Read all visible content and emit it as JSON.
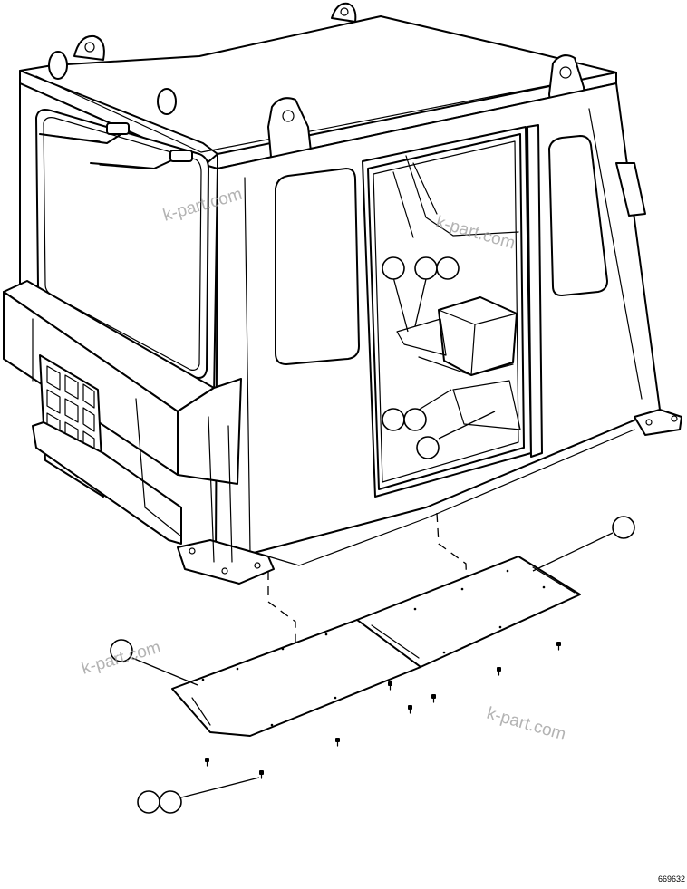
{
  "drawing": {
    "number": "669632",
    "watermarks": [
      "k-part.com",
      "k-part.com",
      "k-part.com",
      "k-part.com"
    ]
  },
  "callouts": [
    {
      "id": "c1"
    },
    {
      "id": "c2"
    },
    {
      "id": "c3"
    },
    {
      "id": "c4"
    },
    {
      "id": "c5"
    },
    {
      "id": "c6"
    },
    {
      "id": "c7"
    },
    {
      "id": "c8"
    },
    {
      "id": "c9"
    },
    {
      "id": "c10"
    }
  ]
}
